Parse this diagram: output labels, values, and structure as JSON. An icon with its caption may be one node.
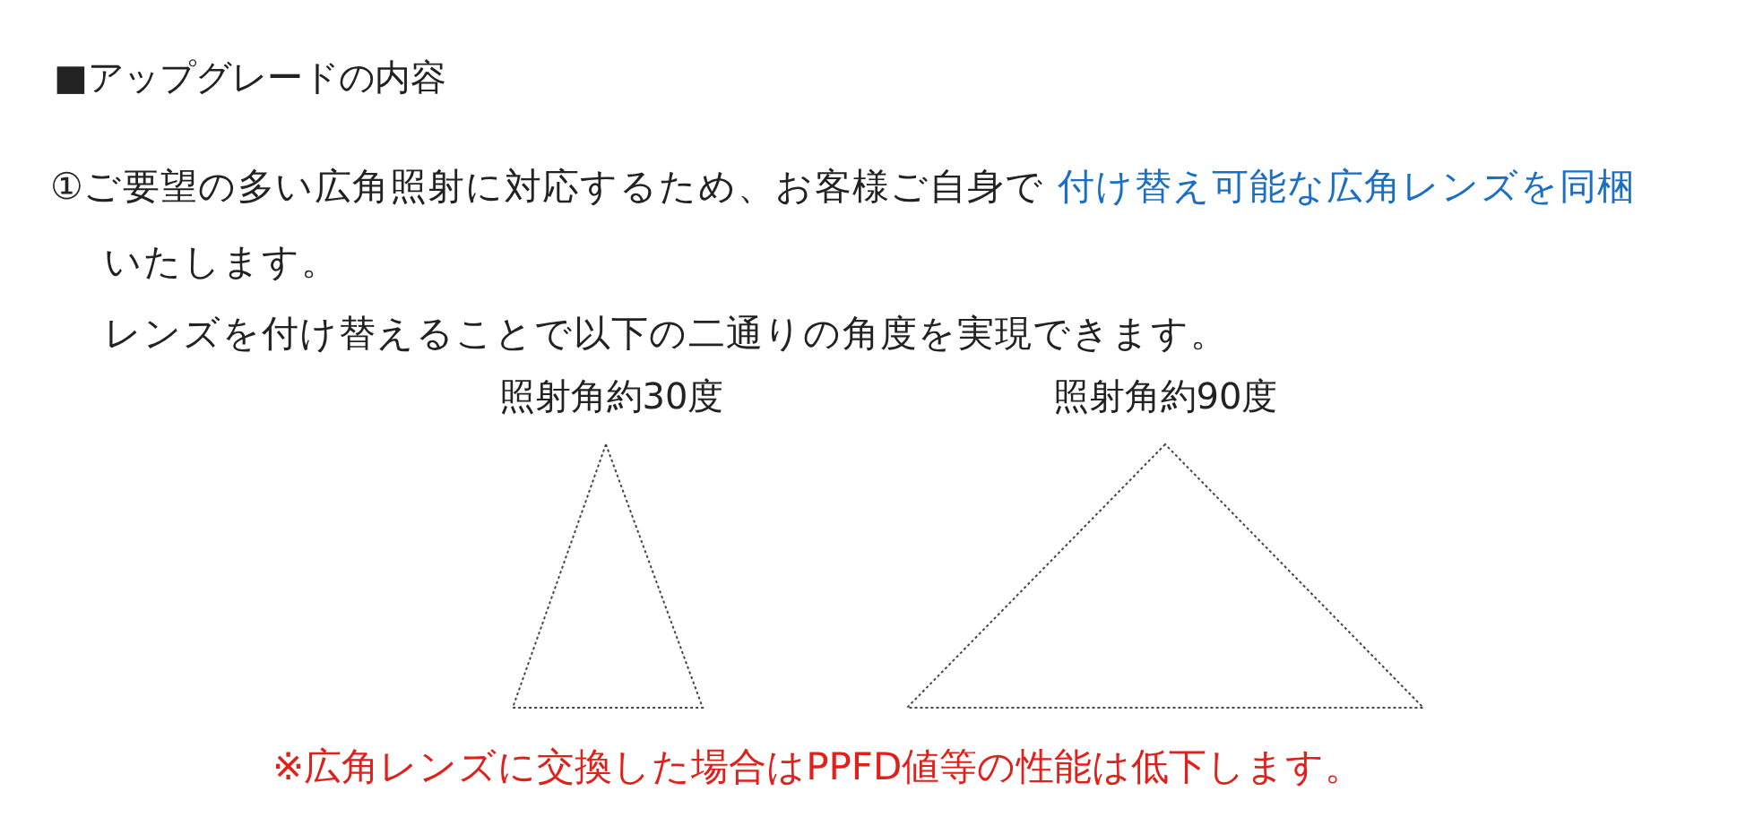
{
  "diagram": {
    "title": "■アップグレードの内容",
    "nodes": [
      {
        "text": [
          "照射角約30度"
        ]
      },
      {
        "text": [
          "照射角約90度"
        ]
      }
    ],
    "edges": [],
    "labels": [
      "①ご要望の多い広角照射に対応するため、お客様ご自身で",
      "付け替え可能な広角レンズを同梱",
      "いたします。",
      "レンズを付け替えることで以下の二通りの角度を実現できます。",
      "※広角レンズに交換した場合はPPFD値等の性能は低下します。"
    ]
  }
}
